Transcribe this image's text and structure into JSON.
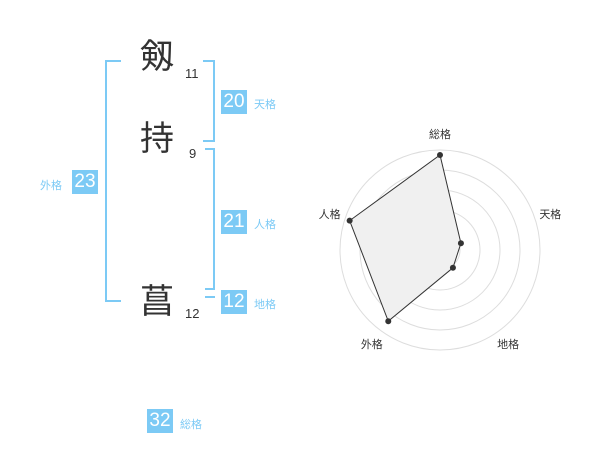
{
  "name_chars": [
    {
      "char": "剱",
      "strokes": "11"
    },
    {
      "char": "持",
      "strokes": "9"
    },
    {
      "char": "菖",
      "strokes": "12"
    }
  ],
  "scores": {
    "tenkaku": {
      "value": "20",
      "label": "天格"
    },
    "jinkaku": {
      "value": "21",
      "label": "人格"
    },
    "chikaku": {
      "value": "12",
      "label": "地格"
    },
    "gaikaku": {
      "value": "23",
      "label": "外格"
    },
    "soukaku": {
      "value": "32",
      "label": "総格"
    }
  },
  "colors": {
    "accent": "#7ccaf5",
    "text": "#333333",
    "radar_fill": "#f0f0f0",
    "radar_grid": "#dddddd"
  },
  "chart_data": {
    "type": "radar",
    "axes": [
      "総格",
      "天格",
      "地格",
      "外格",
      "人格"
    ],
    "values": [
      0.95,
      0.22,
      0.22,
      0.88,
      0.95
    ],
    "rings": 5
  }
}
